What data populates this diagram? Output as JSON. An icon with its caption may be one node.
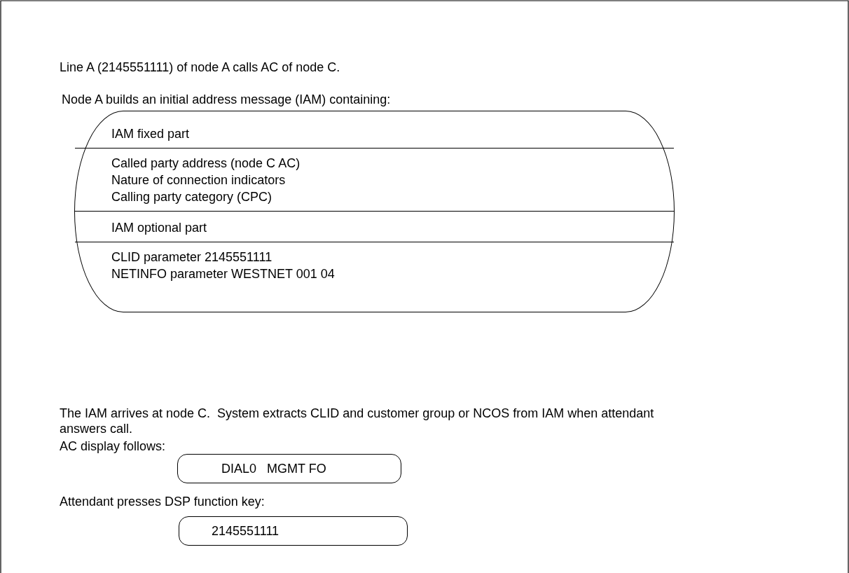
{
  "diagram": {
    "nodes": [
      {
        "text": [
          "IAM fixed part",
          "Called party address (node C AC)",
          "Nature of connection indicators",
          "Calling party category (CPC)",
          "IAM optional part",
          "CLID parameter 2145551111",
          "NETINFO parameter WESTNET 001 04"
        ]
      },
      {
        "text": [
          "DIAL0   MGMT FO"
        ]
      },
      {
        "text": [
          "2145551111"
        ]
      }
    ],
    "labels": [
      "Line A (2145551111) of node A calls AC of node C.",
      "Node A builds an initial address message (IAM) containing:",
      "The IAM arrives at node C.  System extracts CLID and customer group or NCOS from IAM when attendant answers call.",
      "AC display follows:",
      "Attendant presses DSP function key:"
    ]
  }
}
